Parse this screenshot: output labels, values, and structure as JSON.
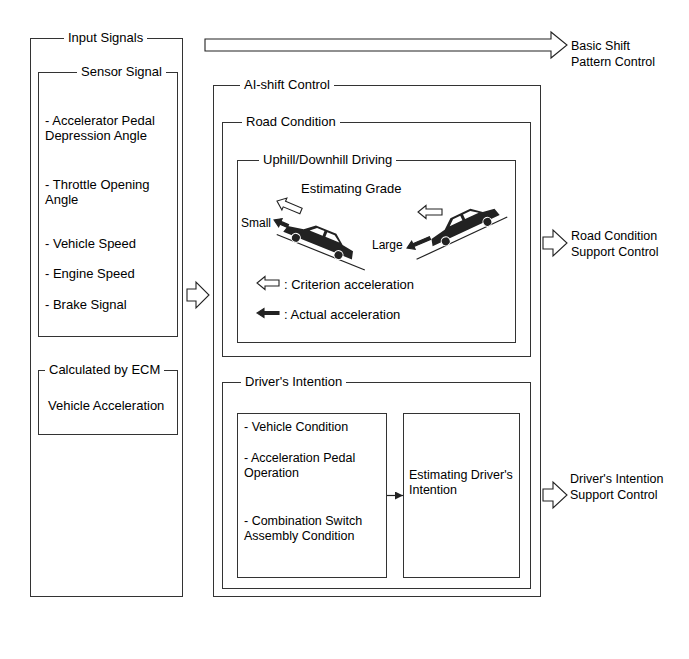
{
  "diagram": {
    "nodes": [
      {
        "text": [
          "Input Signals"
        ]
      },
      {
        "text": [
          "Sensor Signal",
          "- Accelerator Pedal Depression Angle",
          "- Throttle Opening Angle",
          "- Vehicle Speed",
          "- Engine Speed",
          "- Brake Signal"
        ],
        "in": 0
      },
      {
        "text": [
          "Calculated by ECM",
          "Vehicle Acceleration"
        ],
        "in": 0
      },
      {
        "text": [
          "AI-shift Control"
        ]
      },
      {
        "text": [
          "Road Condition"
        ],
        "in": 3
      },
      {
        "text": [
          "Uphill/Downhill Driving",
          "Estimating Grade",
          "Small",
          "Large"
        ],
        "in": 4
      },
      {
        "text": [
          "Driver's Intention"
        ],
        "in": 3
      },
      {
        "text": [
          "- Vehicle Condition",
          "- Acceleration Pedal Operation",
          "- Combination Switch Assembly Condition"
        ],
        "in": 6
      },
      {
        "text": [
          "Estimating Driver's Intention"
        ],
        "in": 6
      }
    ],
    "edges": [
      {
        "from": 0,
        "to": 3,
        "arrow": "to"
      },
      {
        "from": 7,
        "to": 8,
        "arrow": "to"
      }
    ],
    "labels": [
      "Basic Shift Pattern Control",
      "Road Condition Support Control",
      "Driver's Intention Support Control"
    ],
    "legend": [
      {
        "text": ": Criterion acceleration"
      },
      {
        "text": ": Actual acceleration"
      }
    ]
  }
}
